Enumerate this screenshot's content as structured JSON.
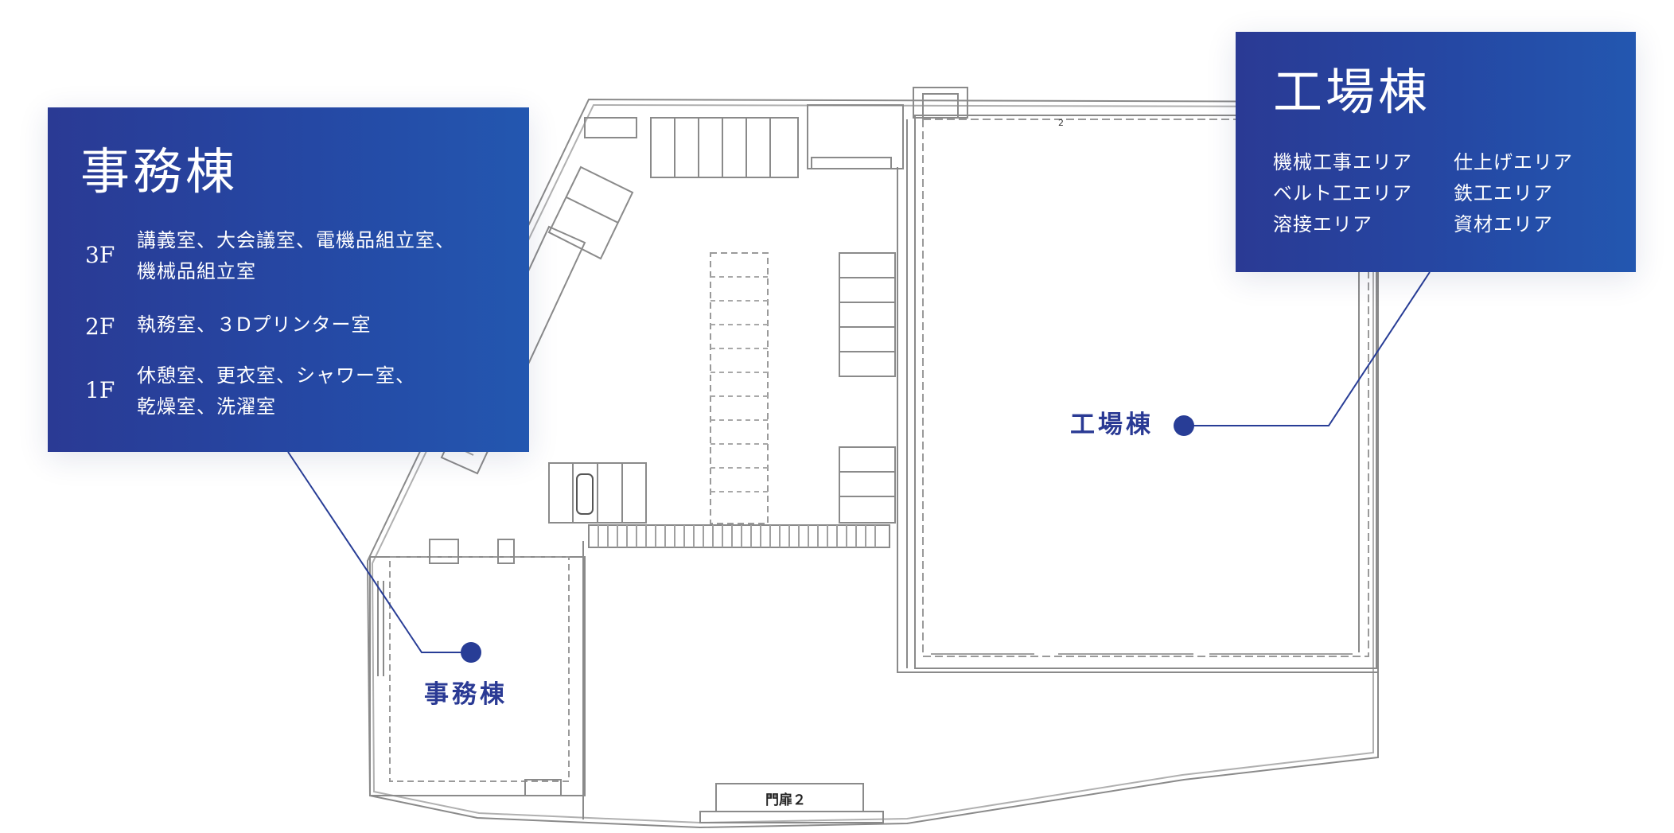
{
  "colors": {
    "accent": "#2a3a94",
    "panel_start": "#2a3a94",
    "panel_end": "#2357b0",
    "plan_line": "#8a8a8a"
  },
  "office": {
    "title": "事務棟",
    "map_label": "事務棟",
    "floors": [
      {
        "label": "3F",
        "lines": [
          "講義室、大会議室、電機品組立室、",
          "機械品組立室"
        ]
      },
      {
        "label": "2F",
        "lines": [
          "執務室、３Dプリンター室"
        ]
      },
      {
        "label": "1F",
        "lines": [
          "休憩室、更衣室、シャワー室、",
          "乾燥室、洗濯室"
        ]
      }
    ]
  },
  "factory": {
    "title": "工場棟",
    "map_label": "工場棟",
    "areas": [
      [
        "機械工事エリア",
        "仕上げエリア"
      ],
      [
        "ベルト工エリア",
        "鉄工エリア"
      ],
      [
        "溶接エリア",
        "資材エリア"
      ]
    ]
  },
  "plan": {
    "gate_label": "門扉２",
    "small_mark": "2"
  }
}
